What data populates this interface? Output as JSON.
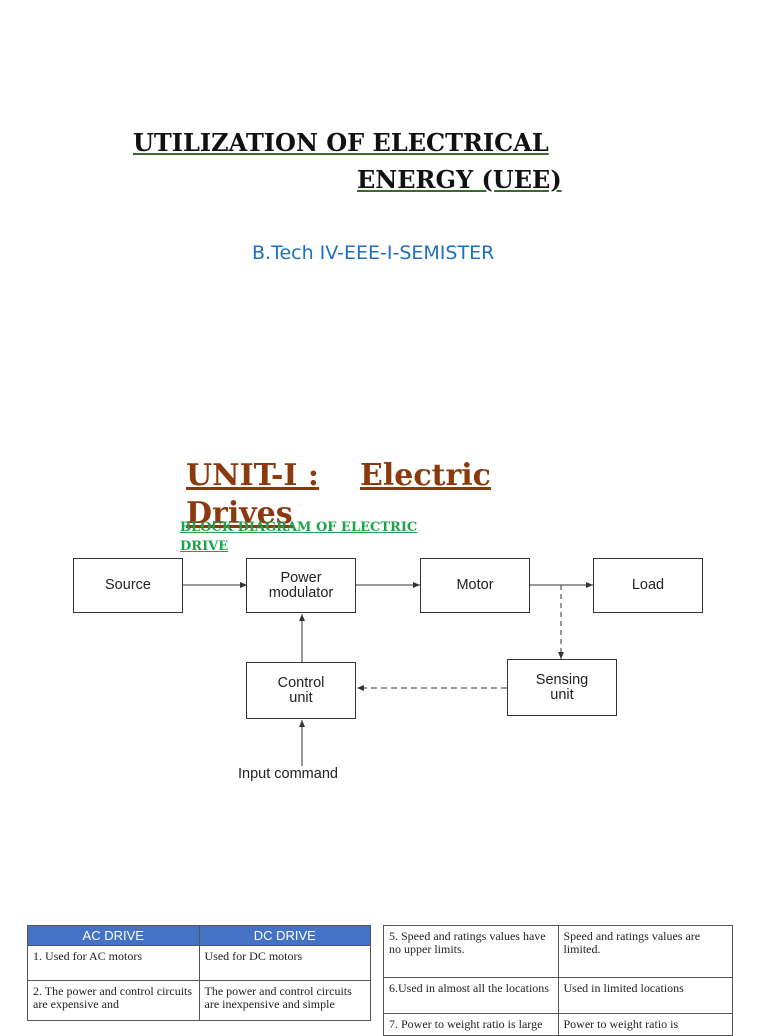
{
  "header": {
    "title_line1": "UTILIZATION OF ELECTRICAL",
    "title_line2": "ENERGY (UEE)",
    "subtitle": "B.Tech IV-EEE-I-SEMISTER"
  },
  "unit": {
    "part1": "UNIT-I :",
    "part2": "Electric",
    "part3": "Drives"
  },
  "section": {
    "line1": "BLOCK DIAGRAM OF ELECTRIC",
    "line2": "DRIVE"
  },
  "diagram": {
    "source": "Source",
    "modulator_line1": "Power",
    "modulator_line2": "modulator",
    "motor": "Motor",
    "load": "Load",
    "control_line1": "Control",
    "control_line2": "unit",
    "sensing_line1": "Sensing",
    "sensing_line2": "unit",
    "input": "Input command"
  },
  "comparison_left": {
    "headers": [
      "AC DRIVE",
      "DC DRIVE"
    ],
    "rows": [
      [
        "1. Used for AC motors",
        "Used for DC motors"
      ],
      [
        "2. The power and control circuits are expensive and",
        "The power and control circuits are inexpensive and simple"
      ]
    ]
  },
  "comparison_right": {
    "rows": [
      [
        "5. Speed and ratings values have no upper limits.",
        "Speed and ratings values are limited."
      ],
      [
        "6.Used in almost all the locations",
        "Used in limited locations"
      ],
      [
        "7. Power to weight ratio is large",
        "Power to weight ratio is"
      ]
    ]
  }
}
